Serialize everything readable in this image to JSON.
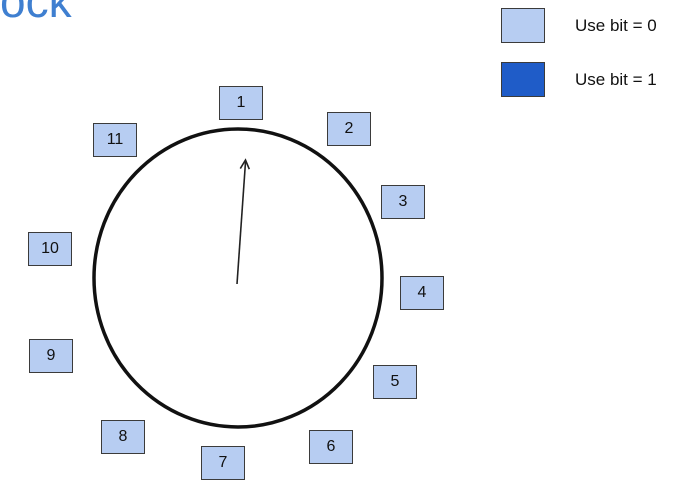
{
  "title": "ock",
  "colors": {
    "use_bit_0": "#b7cdf2",
    "use_bit_1": "#1f5cc8",
    "title": "#3f7fd0",
    "border": "#3b3b3b"
  },
  "legend": [
    {
      "label": "Use bit = 0",
      "color": "#b7cdf2"
    },
    {
      "label": "Use bit = 1",
      "color": "#1f5cc8"
    }
  ],
  "frames": [
    {
      "label": "1",
      "use_bit": 0
    },
    {
      "label": "2",
      "use_bit": 0
    },
    {
      "label": "3",
      "use_bit": 0
    },
    {
      "label": "4",
      "use_bit": 0
    },
    {
      "label": "5",
      "use_bit": 0
    },
    {
      "label": "6",
      "use_bit": 0
    },
    {
      "label": "7",
      "use_bit": 0
    },
    {
      "label": "8",
      "use_bit": 0
    },
    {
      "label": "9",
      "use_bit": 0
    },
    {
      "label": "10",
      "use_bit": 0
    },
    {
      "label": "11",
      "use_bit": 0
    }
  ],
  "hand": {
    "points_to": "1"
  }
}
